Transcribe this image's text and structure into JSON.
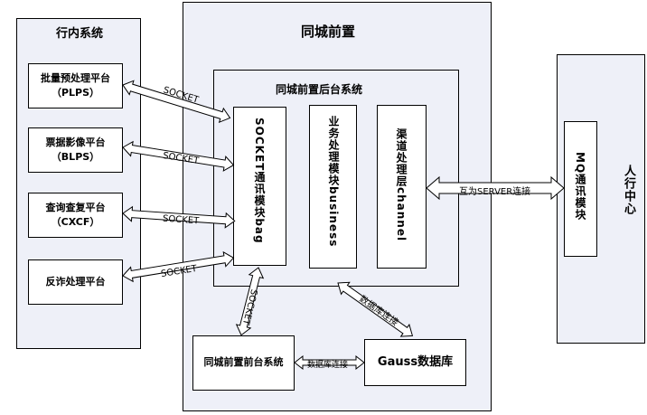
{
  "inner_system": {
    "title": "行内系统",
    "platforms": [
      {
        "name": "批量预处理平台",
        "code": "（PLPS）"
      },
      {
        "name": "票据影像平台",
        "code": "（BLPS）"
      },
      {
        "name": "查询查复平台",
        "code": "（CXCF）"
      },
      {
        "name": "反诈处理平台",
        "code": ""
      }
    ]
  },
  "front": {
    "title": "同城前置",
    "backend": {
      "title": "同城前置后台系统",
      "modules": {
        "socket": "SOCKET通讯模块bag",
        "business": "业务处理模块business",
        "channel": "渠道处理层channel"
      }
    },
    "frontend": "同城前置前台系统",
    "db": "Gauss数据库"
  },
  "center": {
    "mq": "MQ通讯模块",
    "title": "人行中心"
  },
  "links": {
    "socket": [
      "SOCKET",
      "SOCKET",
      "SOCKET",
      "SOCKET"
    ],
    "socket_vertical": "SOCKET",
    "server": "互为SERVER连接",
    "db_conn": "数据库连接",
    "db_conn2": "数据库连接"
  }
}
